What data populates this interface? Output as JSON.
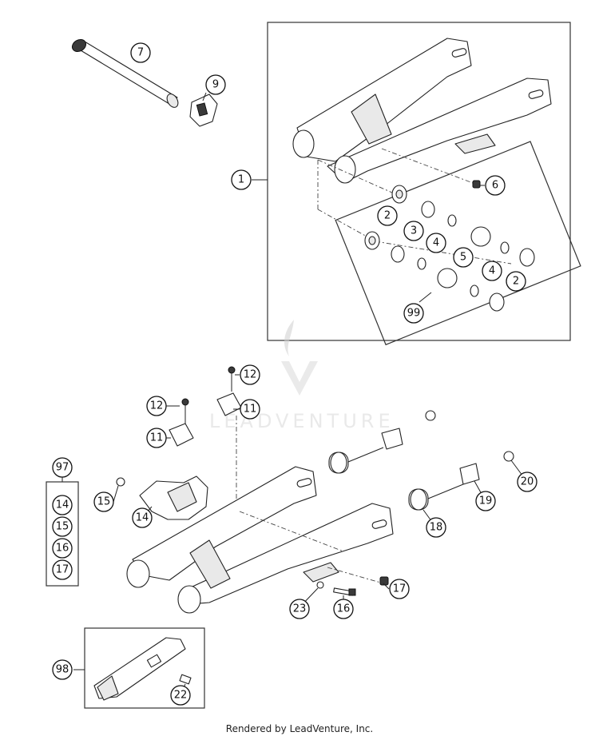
{
  "footer": "Rendered by LeadVenture, Inc.",
  "watermark": "LEADVENTURE",
  "callouts": {
    "c7": "7",
    "c9": "9",
    "c1": "1",
    "c6": "6",
    "c2a": "2",
    "c3": "3",
    "c4a": "4",
    "c5": "5",
    "c4b": "4",
    "c2b": "2",
    "c99": "99",
    "c12a": "12",
    "c11a": "11",
    "c12b": "12",
    "c11b": "11",
    "c97": "97",
    "c14a": "14",
    "c15a": "15",
    "c16a": "16",
    "c17a": "17",
    "c15b": "15",
    "c14b": "14",
    "c18": "18",
    "c19": "19",
    "c20": "20",
    "c17b": "17",
    "c16b": "16",
    "c23": "23",
    "c98": "98",
    "c22": "22"
  }
}
